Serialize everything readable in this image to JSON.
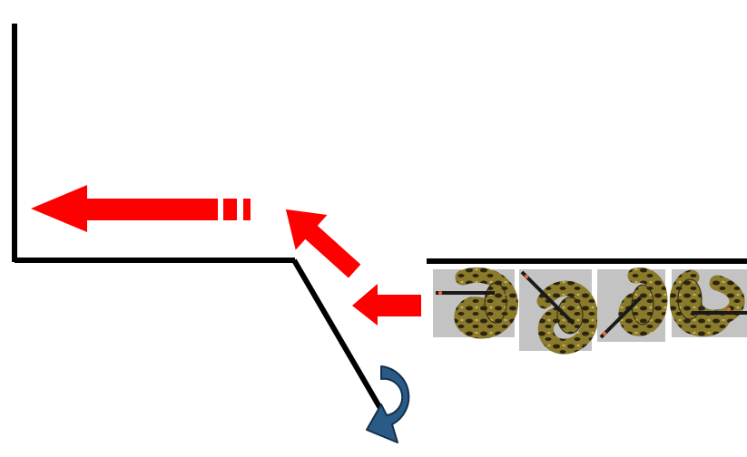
{
  "diagram": {
    "colors": {
      "wall": "#000000",
      "arrow": "#ff0000",
      "rotation_arrow": "#2a5a86",
      "rotation_arrow_outline": "#14304c",
      "frame_background": "#c3c3c3",
      "snake_skin": "#8a7a2c",
      "snake_blotch": "#2c2410",
      "snake_belly": "#c9b060",
      "stick": "#1a1a1a",
      "stick_tip": "#e8663a"
    },
    "frames": [
      {
        "id": "frame-1",
        "pose": "coiled-stick-left"
      },
      {
        "id": "frame-2",
        "pose": "coiled-stick-diagonal"
      },
      {
        "id": "frame-3",
        "pose": "coiled-stick-down-left"
      },
      {
        "id": "frame-4",
        "pose": "coiled-stick-right"
      }
    ],
    "icons": {
      "rotation": "curved-rotation-arrow-icon",
      "motion": "motion-arrow-icon"
    }
  }
}
